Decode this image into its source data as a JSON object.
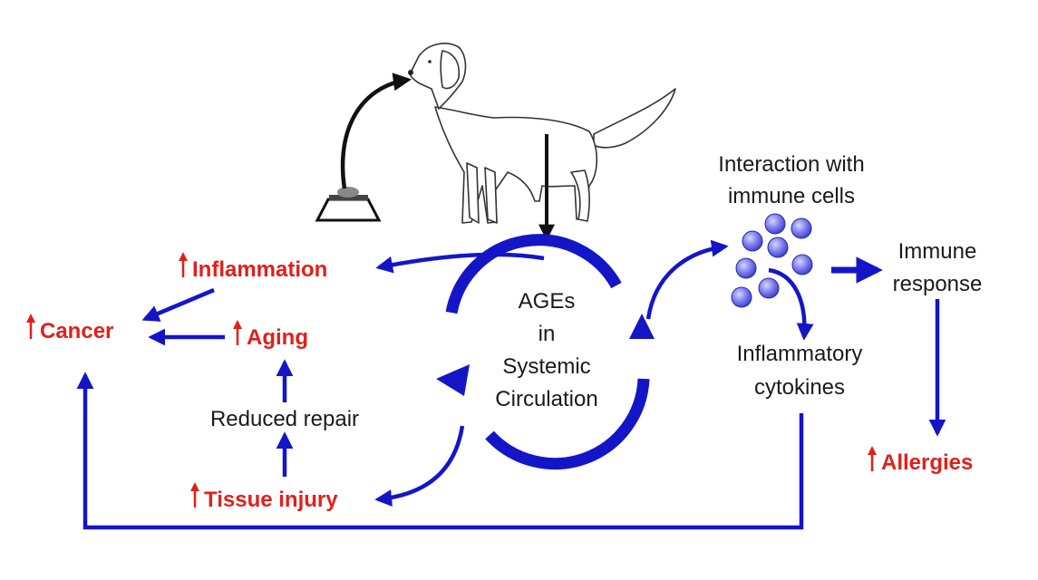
{
  "labels": {
    "inflammation": "Inflammation",
    "cancer": "Cancer",
    "aging": "Aging",
    "tissue_injury": "Tissue injury",
    "allergies": "Allergies",
    "reduced_repair": "Reduced repair",
    "ages_line1": "AGEs",
    "ages_line2": "in",
    "ages_line3": "Systemic",
    "ages_line4": "Circulation",
    "interaction_line1": "Interaction with",
    "interaction_line2": "immune cells",
    "immune_line1": "Immune",
    "immune_line2": "response",
    "cytokines_line1": "Inflammatory",
    "cytokines_line2": "cytokines"
  },
  "colors": {
    "arrow_blue": "#1515c8",
    "highlight_red": "#e0201c",
    "text_black": "#1a1a1a",
    "cell_fill": "#7a7aee"
  },
  "icons": {
    "dog": "dog-illustration",
    "bowl": "food-bowl-icon",
    "increase": "red-up-arrow-icon",
    "cells": "immune-cell-icon"
  }
}
